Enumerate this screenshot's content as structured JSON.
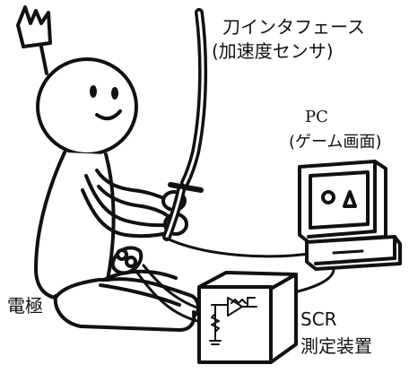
{
  "labels": {
    "katana_interface": "刀インタフェース",
    "accelerometer": "(加速度センサ)",
    "pc": "PC",
    "game_screen": "(ゲーム画面)",
    "electrode": "電極",
    "scr": "SCR",
    "scr_device": "測定装置"
  },
  "colors": {
    "ink": "#111111",
    "background": "#ffffff",
    "screen": "#ffffff"
  },
  "icons": {
    "person": "samurai-figure-icon",
    "sword": "katana-icon",
    "computer": "monitor-icon",
    "device": "scr-box-icon"
  }
}
